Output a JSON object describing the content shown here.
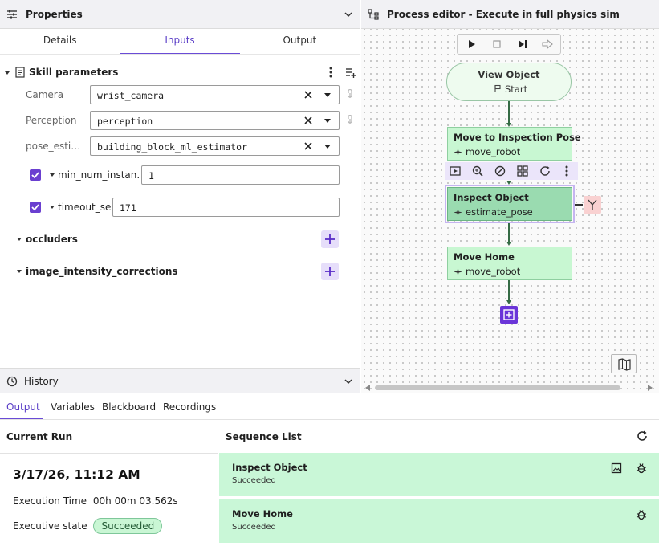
{
  "properties": {
    "title": "Properties",
    "tabs": [
      "Details",
      "Inputs",
      "Output"
    ],
    "active_tab": "Inputs",
    "section_title": "Skill parameters",
    "fields": [
      {
        "label": "Camera",
        "value": "wrist_camera"
      },
      {
        "label": "Perception",
        "value": "perception"
      },
      {
        "label": "pose_estima...",
        "value": "building_block_ml_estimator"
      }
    ],
    "optional": [
      {
        "label": "min_num_instan...",
        "value": "1",
        "checked": true
      },
      {
        "label": "timeout_sec",
        "value": "171",
        "checked": true
      }
    ],
    "groups": [
      "occluders",
      "image_intensity_corrections"
    ]
  },
  "history": {
    "title": "History"
  },
  "editor": {
    "title": "Process editor - Execute in full physics sim",
    "start": {
      "title": "View Object",
      "subtitle": "Start"
    },
    "nodes": [
      {
        "title": "Move to Inspection Pose",
        "skill": "move_robot"
      },
      {
        "title": "Inspect Object",
        "skill": "estimate_pose",
        "selected": true
      },
      {
        "title": "Move Home",
        "skill": "move_robot"
      }
    ]
  },
  "bottom": {
    "tabs": [
      "Output",
      "Variables",
      "Blackboard",
      "Recordings"
    ],
    "active_tab": "Output",
    "current_run": {
      "title": "Current Run",
      "date": "3/17/26, 11:12 AM",
      "execution_time_label": "Execution Time",
      "execution_time": "00h 00m 03.562s",
      "state_label": "Executive state",
      "state": "Succeeded"
    },
    "sequence": {
      "title": "Sequence List",
      "items": [
        {
          "name": "Inspect Object",
          "status": "Succeeded"
        },
        {
          "name": "Move Home",
          "status": "Succeeded"
        }
      ]
    }
  },
  "colors": {
    "accent": "#6a35d8",
    "node_green": "#c8f7d2",
    "selected_node": "#9adbb0",
    "tab_text_active": "#5b3fc7"
  }
}
